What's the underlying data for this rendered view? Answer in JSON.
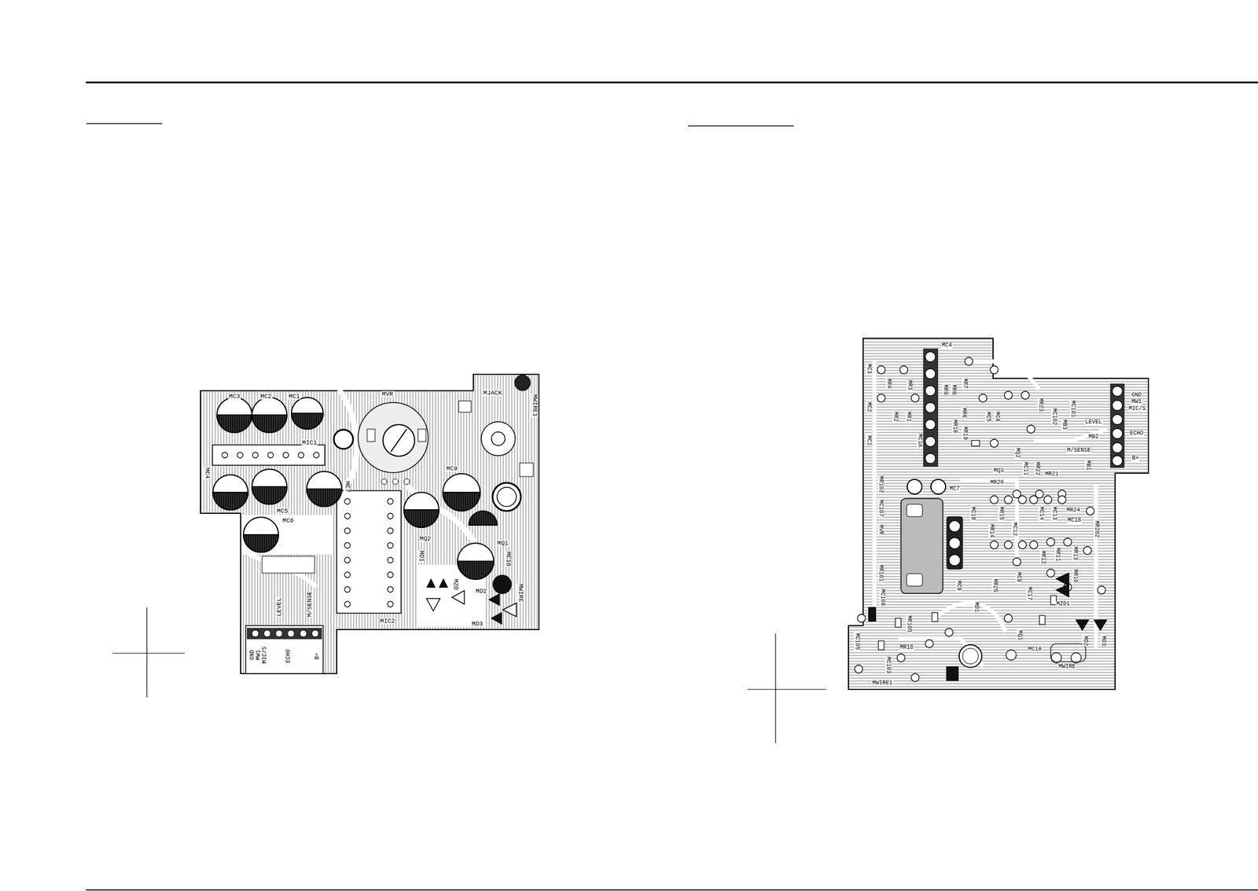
{
  "diagram": {
    "labels": [
      "MC3",
      "MC2",
      "MC1",
      "MIC1",
      "MVR",
      "MJACK",
      "MWIRE1",
      "MC4",
      "MC7",
      "MC9",
      "MC5",
      "MC6",
      "MQ2",
      "MQ1",
      "MC10",
      "MD1",
      "MZD",
      "MD2",
      "MD3",
      "MWIRE",
      "MIC2",
      "LEVEL",
      "M/SENSE",
      "GND",
      "MW1",
      "MIC/S",
      "ECHO",
      "B+",
      "MC4",
      "MC3",
      "MR4",
      "MR3",
      "MC2",
      "MR2",
      "MR1",
      "MC1",
      "MC1A",
      "MR9",
      "MR8",
      "MR7",
      "MR6",
      "MR18",
      "MR19",
      "MC5",
      "MC6",
      "MR23",
      "MQ2",
      "MQ3",
      "MC101",
      "MC102",
      "MB3",
      "LEVEL",
      "MB2",
      "M/SENSE",
      "MB1",
      "GND",
      "MW1",
      "MIC/S",
      "ECHO",
      "B+",
      "MC11",
      "MR22",
      "MR21",
      "MR20",
      "MC7",
      "MR102",
      "MC107",
      "MVR",
      "MR101",
      "MC18",
      "MR15",
      "MR14",
      "MC12",
      "MC14",
      "MC13",
      "MR24",
      "MC16",
      "MR202",
      "MR11",
      "MR13",
      "MR12",
      "MR10",
      "MC9",
      "MR25",
      "MC8",
      "MC17",
      "MD1",
      "MZD1",
      "MD2",
      "MD3",
      "MC10",
      "MWIRE",
      "MQ1",
      "MC106",
      "MR105",
      "MR16",
      "MC105",
      "MC103",
      "MWIRE1"
    ]
  }
}
